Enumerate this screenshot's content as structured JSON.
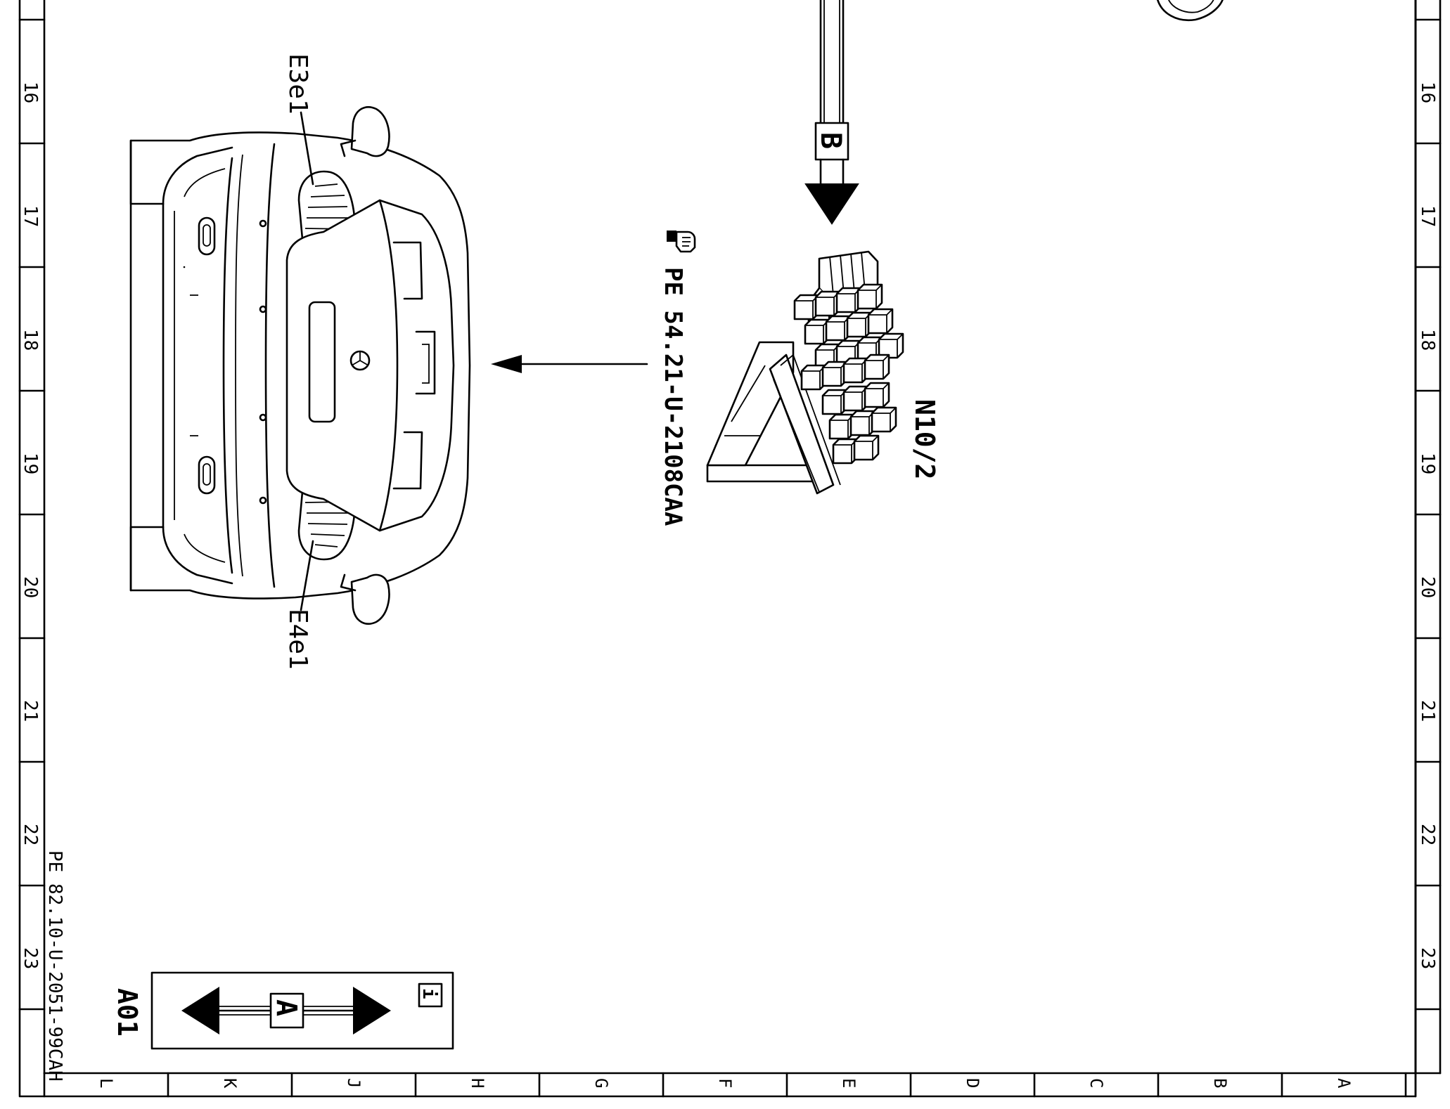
{
  "frame": {
    "left_numbers": [
      "16",
      "17",
      "18",
      "19",
      "20",
      "21",
      "22",
      "23"
    ],
    "right_numbers": [
      "16",
      "17",
      "18",
      "19",
      "20",
      "21",
      "22",
      "23"
    ],
    "bottom_letters": [
      "L",
      "K",
      "J",
      "H",
      "G",
      "F",
      "E",
      "D",
      "C",
      "B",
      "A"
    ]
  },
  "labels": {
    "e3e1": "E3e1",
    "e4e1": "E4e1",
    "n10_2": "N10/2",
    "ref_pe_54": "PE 54.21-U-2108CAA",
    "ref_pe_82": "PE 82.10-U-2051-99CAH",
    "connector_b": "B",
    "connector_a": "A",
    "sheet_id": "A01",
    "info": "i"
  },
  "icons": {
    "pointer": "hand-pointer-icon",
    "info": "info-icon"
  },
  "colors": {
    "line": "#000000",
    "background": "#ffffff"
  }
}
